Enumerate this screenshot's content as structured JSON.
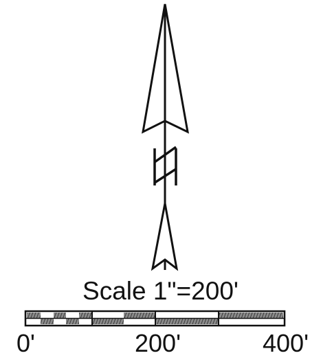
{
  "diagram": {
    "north_symbol": "N",
    "scale": {
      "title": "Scale 1\"=200'",
      "tick_labels": [
        "0'",
        "200'",
        "400'"
      ]
    },
    "colors": {
      "ink": "#111111",
      "hatch": "#555555",
      "paper": "#ffffff"
    },
    "icons": {
      "north_arrow": "north-arrow-icon",
      "scale_bar": "scale-bar-icon"
    }
  }
}
